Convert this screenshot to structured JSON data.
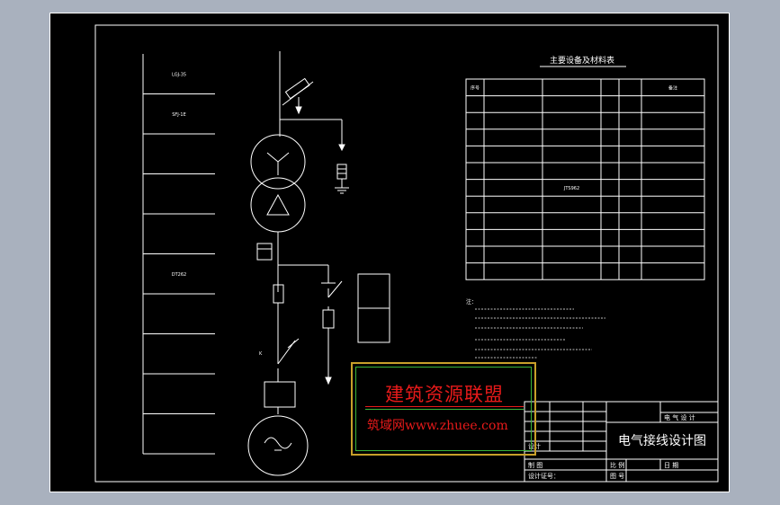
{
  "drawing": {
    "left_labels": [
      "LGJ-35",
      "SFJ-1E",
      "",
      "",
      "",
      "DT262",
      "",
      "",
      "",
      ""
    ],
    "left_labels_unreadable_note": "",
    "component_labels": {
      "transformer": "",
      "meter": "",
      "fuse": "",
      "breaker": "K",
      "motor_side": "",
      "right_box_1": "",
      "right_box_2": ""
    }
  },
  "materials_table": {
    "title": "主要设备及材料表",
    "headers": [
      "序号",
      "",
      "",
      "",
      "",
      "备注"
    ],
    "rows": [
      [
        "",
        "",
        "",
        "",
        "",
        ""
      ],
      [
        "",
        "",
        "",
        "",
        "",
        ""
      ],
      [
        "",
        "",
        "",
        "",
        "",
        ""
      ],
      [
        "",
        "",
        "",
        "",
        "",
        ""
      ],
      [
        "",
        "",
        "",
        "",
        "",
        ""
      ],
      [
        "",
        "",
        "JTS962",
        "",
        "",
        ""
      ],
      [
        "",
        "",
        "",
        "",
        "",
        ""
      ],
      [
        "",
        "",
        "",
        "",
        "",
        ""
      ],
      [
        "",
        "",
        "",
        "",
        "",
        ""
      ],
      [
        "",
        "",
        "",
        "",
        "",
        ""
      ],
      [
        "",
        "",
        "",
        "",
        "",
        ""
      ]
    ]
  },
  "notes_heading": "",
  "title_block": {
    "rows_left": [
      "",
      "",
      "",
      "",
      "设计"
    ],
    "sub_left": "制 图",
    "sub_mid": "比 例",
    "sub_right": "日 期",
    "bottom_left": "设计证号：",
    "bottom_mid": "图 号",
    "right_top": "",
    "right_second": "电 气 设 计",
    "drawing_title": "电气接线设计图"
  },
  "watermark": {
    "top_text": "建筑资源联盟",
    "bottom_text": "筑域网www.zhuee.com"
  },
  "colors": {
    "background": "#a9b1be",
    "sheet": "#000000",
    "lines": "#ffffff",
    "watermark_text": "#e81a1a",
    "watermark_green": "#3ab53a",
    "watermark_gold": "#c8a02a"
  }
}
